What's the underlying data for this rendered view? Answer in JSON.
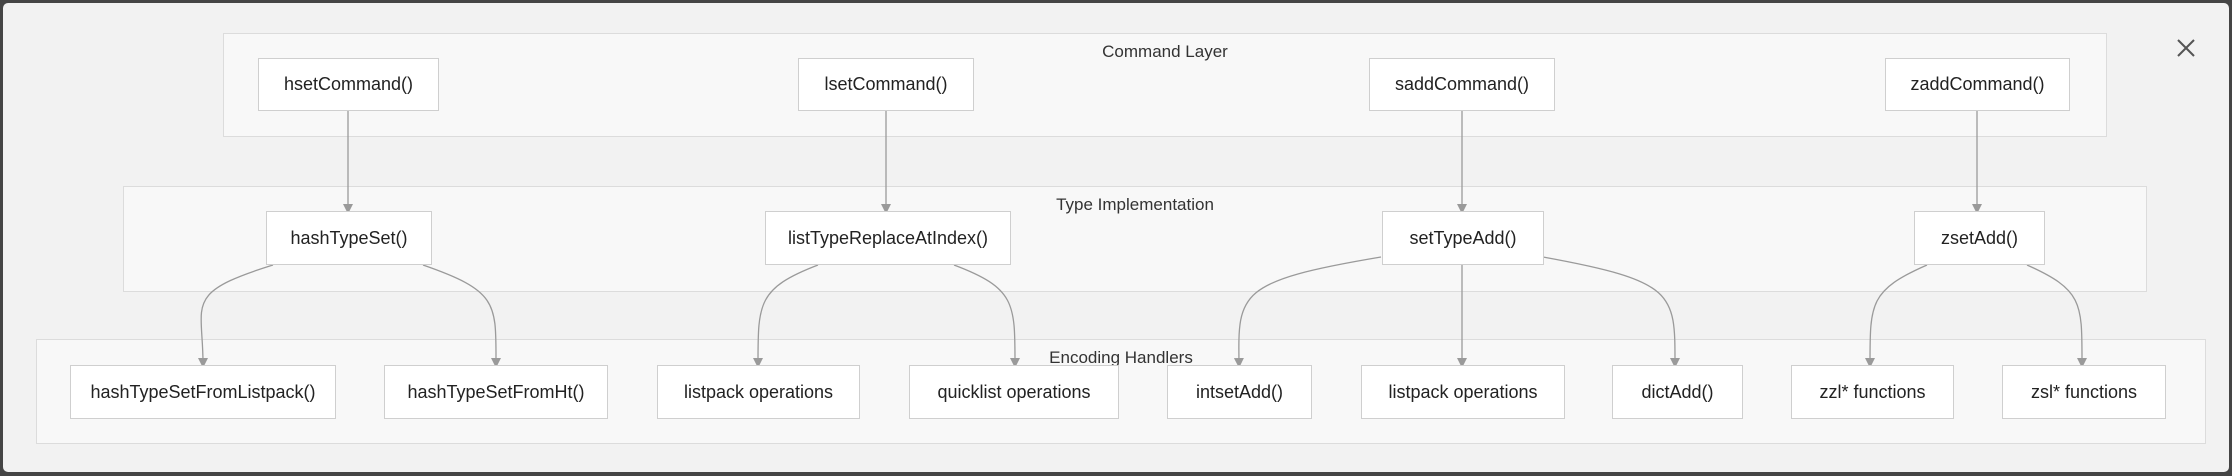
{
  "groups": {
    "command": "Command Layer",
    "type": "Type Implementation",
    "encoding": "Encoding Handlers"
  },
  "nodes": {
    "hset": "hsetCommand()",
    "lset": "lsetCommand()",
    "sadd": "saddCommand()",
    "zadd": "zaddCommand()",
    "hashTypeSet": "hashTypeSet()",
    "listTypeReplace": "listTypeReplaceAtIndex()",
    "setTypeAdd": "setTypeAdd()",
    "zsetAdd": "zsetAdd()",
    "hashLp": "hashTypeSetFromListpack()",
    "hashHt": "hashTypeSetFromHt()",
    "lpOps1": "listpack operations",
    "qlOps": "quicklist operations",
    "intsetAdd": "intsetAdd()",
    "lpOps2": "listpack operations",
    "dictAdd": "dictAdd()",
    "zzl": "zzl* functions",
    "zsl": "zsl* functions"
  },
  "icons": {
    "close": "close-icon"
  },
  "colors": {
    "edge": "#9a9a9a",
    "node_border": "#cfcfcf",
    "group_bg": "#f8f8f8"
  }
}
